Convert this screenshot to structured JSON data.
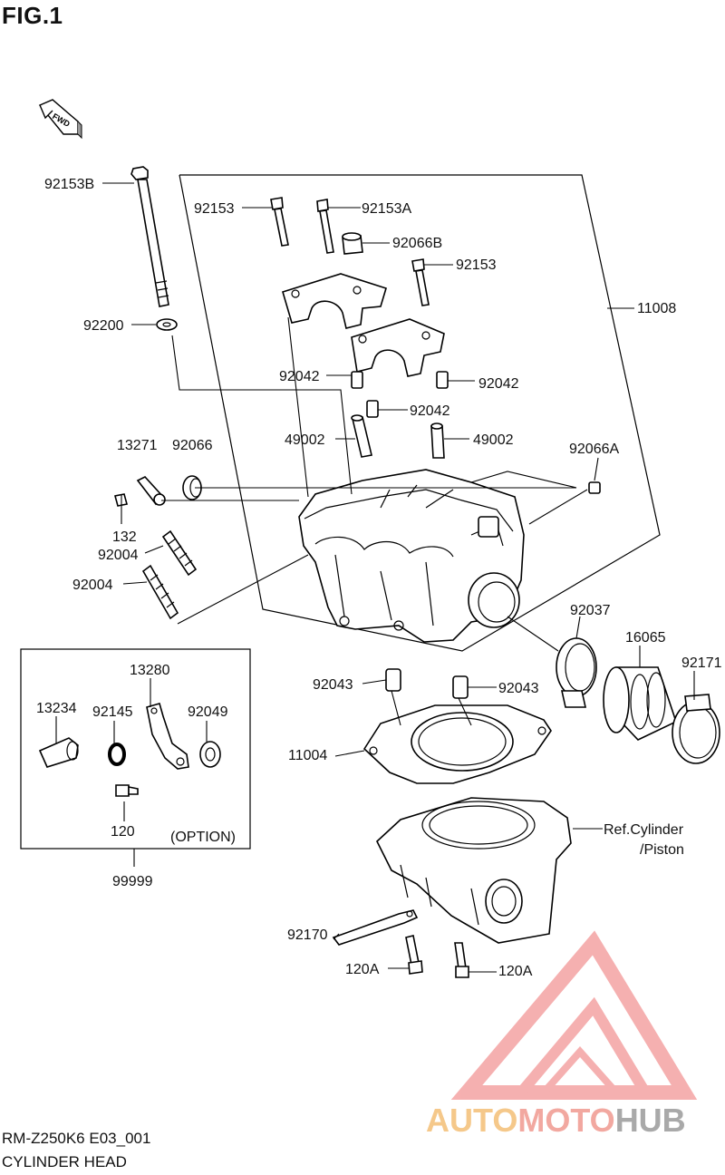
{
  "figure_title": "FIG.1",
  "fwd_label": "FWD",
  "callouts": [
    "92153B",
    "92153",
    "92153A",
    "92066B",
    "92153",
    "11008",
    "92200",
    "92042",
    "92042",
    "92042",
    "13271",
    "92066",
    "49002",
    "49002",
    "92066A",
    "132",
    "92004",
    "92004",
    "92037",
    "16065",
    "92171",
    "13280",
    "92043",
    "92043",
    "13234",
    "92145",
    "92049",
    "11004",
    "120",
    "(OPTION)",
    "99999",
    "Ref.Cylinder",
    "/Piston",
    "92170",
    "120A",
    "120A"
  ],
  "footer": {
    "code": "RM-Z250K6 E03_001",
    "title": "CYLINDER HEAD"
  },
  "watermark": {
    "brand_text": "AUTOMOTOHUB",
    "colors": {
      "triangle": "#f4a3a3",
      "auto": "#f5c88a",
      "moto": "#f2a8a0",
      "hub": "#a9a9a9"
    }
  }
}
